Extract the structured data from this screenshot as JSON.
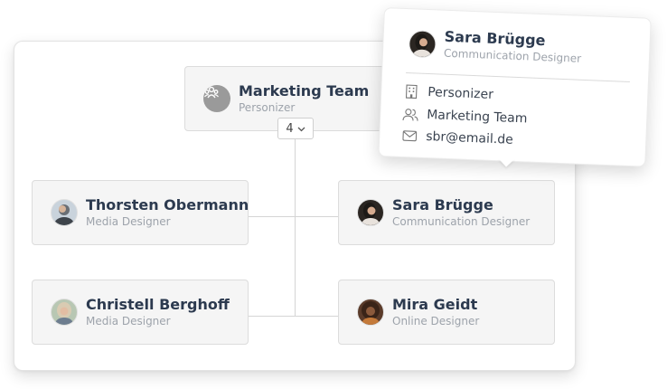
{
  "team": {
    "name": "Marketing Team",
    "organization": "Personizer",
    "member_count": "4"
  },
  "members": [
    {
      "name": "Thorsten Obermann",
      "role": "Media Designer"
    },
    {
      "name": "Sara Brügge",
      "role": "Communication Designer"
    },
    {
      "name": "Christell Berghoff",
      "role": "Media Designer"
    },
    {
      "name": "Mira Geidt",
      "role": "Online Designer"
    }
  ],
  "popup": {
    "name": "Sara Brügge",
    "role": "Communication Designer",
    "company": "Personizer",
    "team": "Marketing Team",
    "email": "sbr@email.de"
  },
  "colors": {
    "name_text": "#2c3a4f",
    "role_text": "#9da3ab",
    "card_bg": "#f5f5f5",
    "connector": "#d5d5d5"
  },
  "icons": {
    "team": "team-icon",
    "chevron": "chevron-down-icon",
    "building": "building-icon",
    "people": "people-icon",
    "mail": "mail-icon"
  }
}
